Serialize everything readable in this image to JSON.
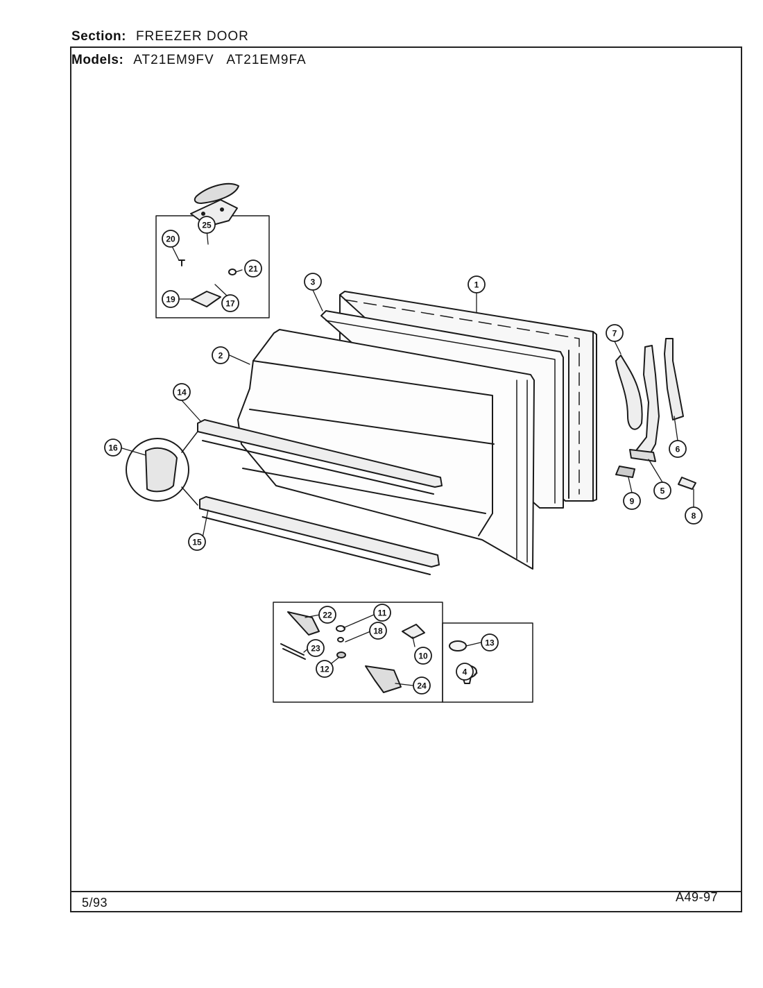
{
  "header": {
    "section_label": "Section:",
    "section_value": "FREEZER DOOR",
    "models_label": "Models:",
    "models_value": "AT21EM9FV   AT21EM9FA"
  },
  "footer": {
    "date": "5/93",
    "code": "A49-97"
  },
  "callouts": [
    "1",
    "2",
    "3",
    "4",
    "5",
    "6",
    "7",
    "8",
    "9",
    "10",
    "11",
    "12",
    "13",
    "14",
    "15",
    "16",
    "17",
    "18",
    "19",
    "20",
    "21",
    "22",
    "23",
    "24",
    "25"
  ]
}
